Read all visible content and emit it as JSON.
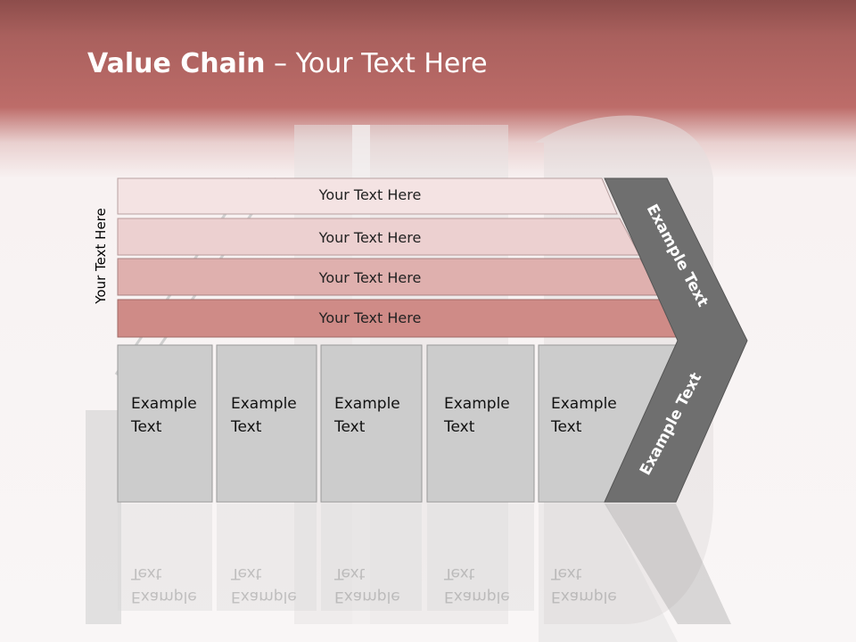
{
  "slide": {
    "title_bold": "Value Chain",
    "title_rest": " – Your Text Here",
    "side_label": "Your Text Here",
    "bands": [
      "Your Text Here",
      "Your Text Here",
      "Your Text Here",
      "Your Text Here"
    ],
    "boxes": [
      {
        "line1": "Example",
        "line2": "Text"
      },
      {
        "line1": "Example",
        "line2": "Text"
      },
      {
        "line1": "Example",
        "line2": "Text"
      },
      {
        "line1": "Example",
        "line2": "Text"
      },
      {
        "line1": "Example",
        "line2": "Text"
      }
    ],
    "arrow_upper": "Example Text",
    "arrow_lower": "Example Text"
  },
  "colors": {
    "header": "#b96a67",
    "band1": "#f4e3e3",
    "band2": "#ecd0d0",
    "band3": "#dfb0ae",
    "band4": "#cf8b87",
    "box": "#cccccc",
    "arrow": "#6f6f6f"
  }
}
